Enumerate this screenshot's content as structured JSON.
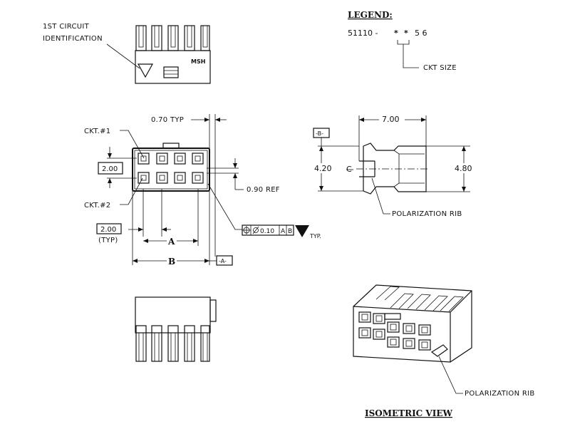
{
  "legend": {
    "title": "LEGEND:",
    "code_prefix": "51110 -",
    "code_suffix": "5 6",
    "ckt_size": "CKT SIZE"
  },
  "top_view": {
    "first_circuit_line1": "1ST CIRCUIT",
    "first_circuit_line2": "IDENTIFICATION",
    "marking": "MSH"
  },
  "front_view": {
    "typ_070": "0.70 TYP",
    "ckt1": "CKT.#1",
    "ckt2": "CKT.#2",
    "pitch_box": "2.00",
    "ref_090": "0.90 REF",
    "pitch_typ_box": "2.00",
    "typ_paren": "(TYP)",
    "dim_a": "A",
    "dim_b": "B",
    "datum_a": "-A-",
    "tol_value": "0.10",
    "tol_a": "A",
    "tol_b": "B",
    "typ_dot": "TYP."
  },
  "side_view": {
    "width": "7.00",
    "datum_b": "-B-",
    "height_left": "4.20",
    "height_right": "4.80",
    "centerline": "C",
    "polarization_rib": "POLARIZATION RIB"
  },
  "iso_view": {
    "polarization_rib": "POLARIZATION RIB",
    "title": "ISOMETRIC VIEW"
  }
}
